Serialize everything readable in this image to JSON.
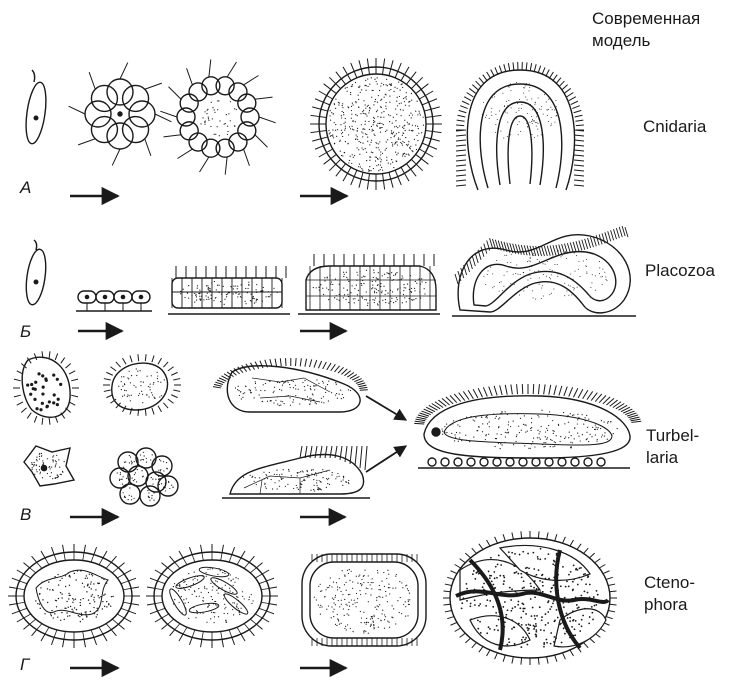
{
  "header": {
    "line1": "Современная",
    "line2": "модель"
  },
  "rows": [
    {
      "letter": "А",
      "taxon_line1": "Cnidaria",
      "taxon_line2": ""
    },
    {
      "letter": "Б",
      "taxon_line1": "Placozoa",
      "taxon_line2": ""
    },
    {
      "letter": "В",
      "taxon_line1": "Turbel-",
      "taxon_line2": "laria"
    },
    {
      "letter": "Г",
      "taxon_line1": "Cteno-",
      "taxon_line2": "phora"
    }
  ],
  "colors": {
    "ink": "#1a1a1a",
    "background": "#ffffff"
  }
}
